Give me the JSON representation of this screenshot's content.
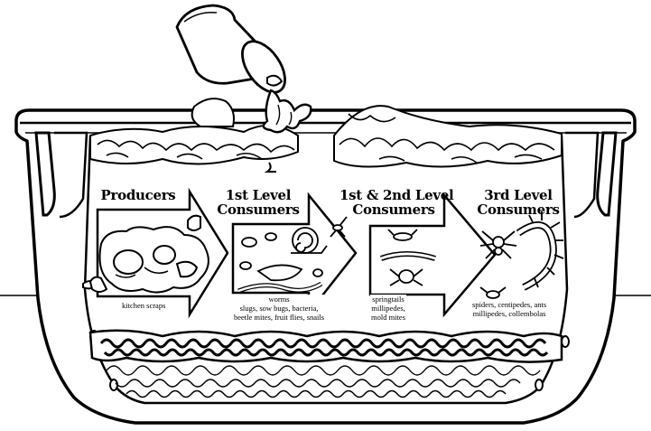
{
  "stages": [
    {
      "title_lines": [
        "Producers"
      ],
      "caption_lines": [
        "kitchen scraps"
      ]
    },
    {
      "title_lines": [
        "1st Level",
        "Consumers"
      ],
      "caption_lines": [
        "worms",
        "slugs,  sow bugs, bacteria,",
        "beetle mites, fruit flies, snails"
      ]
    },
    {
      "title_lines": [
        "1st & 2nd Level",
        "Consumers"
      ],
      "caption_lines": [
        "springtails",
        "millipedes,",
        "mold mites"
      ]
    },
    {
      "title_lines": [
        "3rd Level",
        "Consumers"
      ],
      "caption_lines": [
        "spiders, centipedes, ants",
        "millipedes, collembolas"
      ]
    }
  ],
  "colors": {
    "ink": "#000000",
    "paper": "#ffffff"
  },
  "icons": [
    "tipping-bucket-icon",
    "compost-bin-icon",
    "worm-icon",
    "spider-icon",
    "centipede-icon",
    "snail-icon",
    "fruit-fly-icon"
  ]
}
